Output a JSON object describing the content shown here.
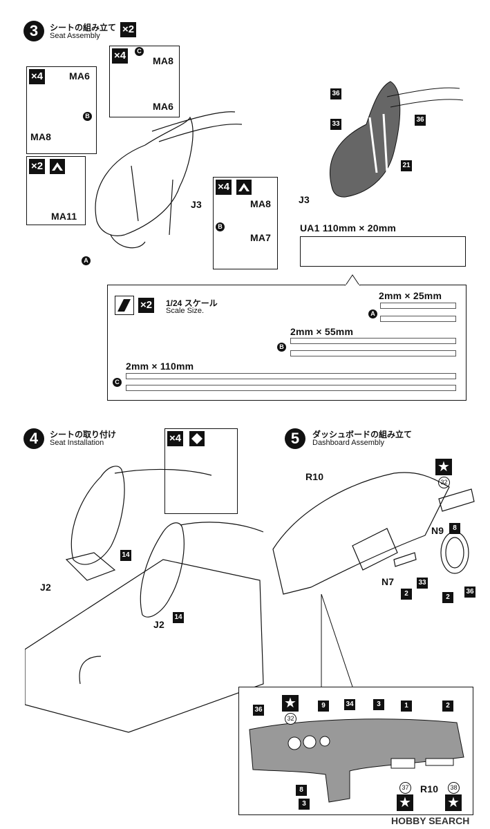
{
  "step3": {
    "num": "3",
    "title_jp": "シートの組み立て",
    "title_en": "Seat Assembly",
    "qty": "×2",
    "callouts": {
      "ma6_top": "MA6",
      "ma8_left": "MA8",
      "x4_left": "×4",
      "x4_mid": "×4",
      "ma8_mid": "MA8",
      "ma6_mid": "MA6",
      "x2_left": "×2",
      "ma11": "MA11",
      "j3_left": "J3",
      "x4_right": "×4",
      "ma8_right": "MA8",
      "ma7": "MA7",
      "j3_right": "J3",
      "p36a": "36",
      "p36b": "36",
      "p33": "33",
      "p21": "21"
    },
    "markers": {
      "a": "A",
      "b": "B",
      "c": "C"
    }
  },
  "ua1": {
    "label": "UA1  110mm × 20mm"
  },
  "scale_box": {
    "qty": "×2",
    "jp": "1/24 スケール",
    "en": "Scale Size.",
    "strip_a": "2mm × 25mm",
    "strip_b": "2mm × 55mm",
    "strip_c": "2mm × 110mm"
  },
  "step4": {
    "num": "4",
    "title_jp": "シートの取り付け",
    "title_en": "Seat Installation",
    "qty": "×4",
    "labels": {
      "j2a": "J2",
      "j2b": "J2",
      "p14a": "14",
      "p14b": "14"
    }
  },
  "step5": {
    "num": "5",
    "title_jp": "ダッシュボードの組み立て",
    "title_en": "Dashboard Assembly",
    "labels": {
      "r10": "R10",
      "p32": "32",
      "n9": "N9",
      "p8": "8",
      "n7": "N7",
      "p2a": "2",
      "p33": "33",
      "p2b": "2",
      "p36": "36"
    },
    "detail": {
      "p36": "36",
      "p32": "32",
      "p9": "9",
      "p34": "34",
      "p3": "3",
      "p1": "1",
      "p2": "2",
      "p8": "8",
      "p3b": "3",
      "p37": "37",
      "r10": "R10",
      "p38": "38"
    }
  },
  "watermark": "HOBBY SEARCH"
}
